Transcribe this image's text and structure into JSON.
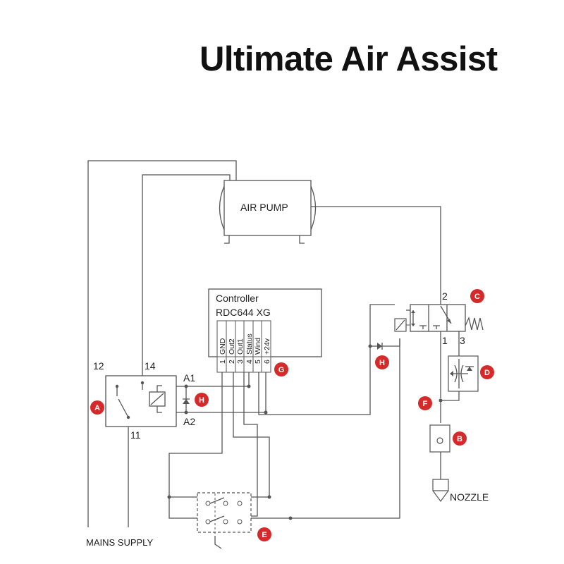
{
  "title": "Ultimate Air Assist",
  "components": {
    "air_pump": "AIR PUMP",
    "controller_line1": "Controller",
    "controller_line2": "RDC644 XG",
    "nozzle": "NOZZLE",
    "mains_supply": "MAINS SUPPLY"
  },
  "controller_pins": [
    {
      "num": "1",
      "name": "GND"
    },
    {
      "num": "2",
      "name": "Out2"
    },
    {
      "num": "3",
      "name": "Out1"
    },
    {
      "num": "4",
      "name": "Status"
    },
    {
      "num": "5",
      "name": "Wind"
    },
    {
      "num": "6",
      "name": "+24v"
    }
  ],
  "relay_terminals": {
    "t12": "12",
    "t14": "14",
    "t11": "11",
    "a1": "A1",
    "a2": "A2"
  },
  "valve_ports": {
    "p2": "2",
    "p1": "1",
    "p3": "3"
  },
  "badges": {
    "a": "A",
    "b": "B",
    "c": "C",
    "d": "D",
    "e": "E",
    "f": "F",
    "g": "G",
    "h1": "H",
    "h2": "H"
  },
  "colors": {
    "badge": "#d42a2a",
    "line": "#555555",
    "title": "#111111"
  }
}
